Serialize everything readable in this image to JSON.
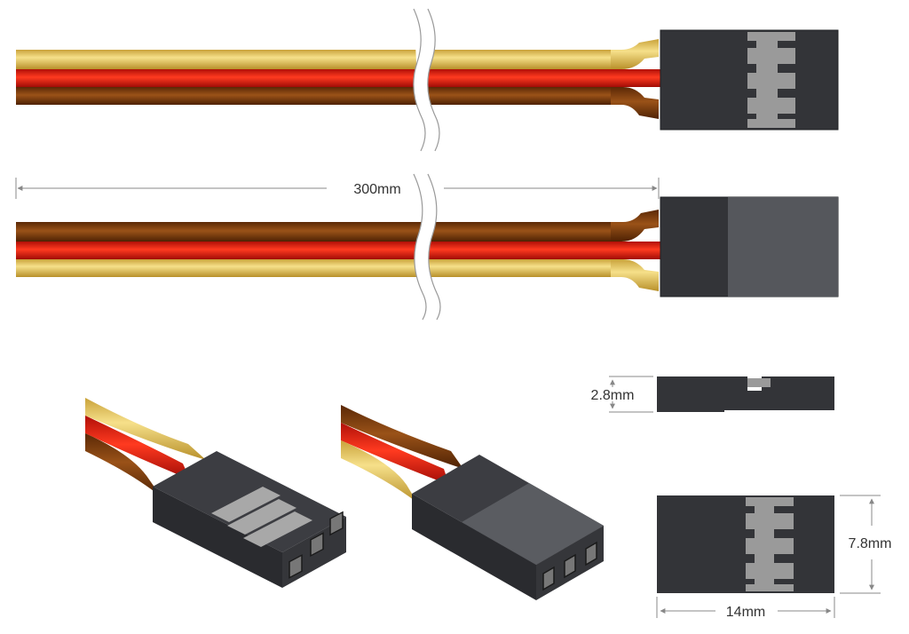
{
  "labels": {
    "length": "300mm",
    "height": "2.8mm",
    "width": "7.8mm",
    "depth": "14mm"
  },
  "colors": {
    "wire_yellow": "#E8C860",
    "wire_red": "#E82010",
    "wire_brown": "#7A3A0C",
    "housing": "#333438",
    "housing_light": "#55575C",
    "contact": "#9A9A9A",
    "dimension_line": "#888888"
  }
}
